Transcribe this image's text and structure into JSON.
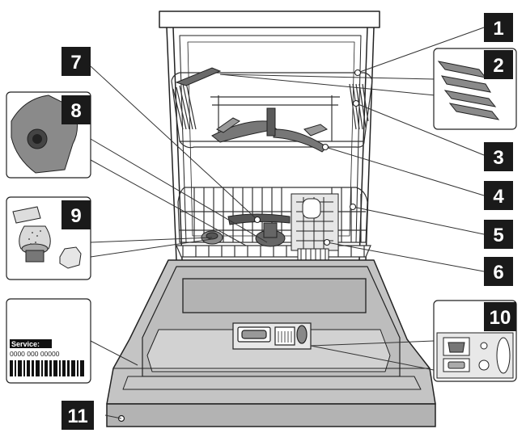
{
  "diagram": {
    "subject": "dishwasher",
    "callouts": [
      {
        "number": "1"
      },
      {
        "number": "2"
      },
      {
        "number": "3"
      },
      {
        "number": "4"
      },
      {
        "number": "5"
      },
      {
        "number": "6"
      },
      {
        "number": "7"
      },
      {
        "number": "8"
      },
      {
        "number": "9"
      },
      {
        "number": "10"
      },
      {
        "number": "11"
      }
    ],
    "rating_plate": {
      "title": "Service:",
      "number": "0000 000 00000"
    }
  },
  "colors": {
    "callout_box": "#1a1a1a",
    "outline": "#222222",
    "panel_grey": "#b3b3b3",
    "window_grey": "#cfcfcf",
    "dark_part": "#5a5a5a",
    "pointer_line": "#333333"
  }
}
